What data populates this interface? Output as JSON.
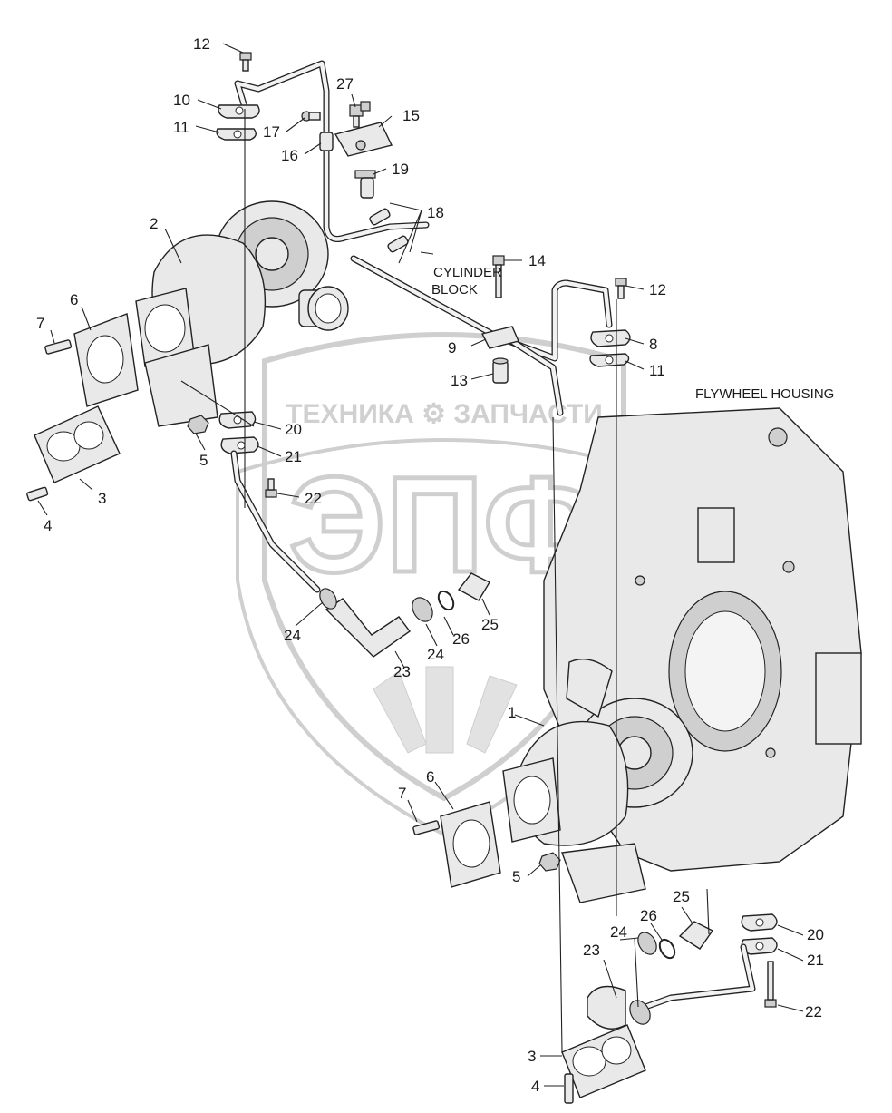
{
  "watermark": {
    "text": "ТЕХНИКА ⚙ ЗАПЧАСТИ",
    "logo": "ЭПФ"
  },
  "area_labels": {
    "cylinder_block": [
      "CYLINDER",
      "BLOCK"
    ],
    "flywheel_housing": "FLYWHEEL HOUSING"
  },
  "callouts": {
    "c1": "1",
    "c2": "2",
    "c3a": "3",
    "c3b": "3",
    "c4a": "4",
    "c4b": "4",
    "c5a": "5",
    "c5b": "5",
    "c6a": "6",
    "c6b": "6",
    "c7a": "7",
    "c7b": "7",
    "c8": "8",
    "c9": "9",
    "c10": "10",
    "c11a": "11",
    "c11b": "11",
    "c12a": "12",
    "c12b": "12",
    "c13": "13",
    "c14": "14",
    "c15": "15",
    "c16": "16",
    "c17": "17",
    "c18": "18",
    "c19": "19",
    "c20a": "20",
    "c20b": "20",
    "c21a": "21",
    "c21b": "21",
    "c22a": "22",
    "c22b": "22",
    "c23a": "23",
    "c23b": "23",
    "c24a": "24",
    "c24b": "24",
    "c24c": "24",
    "c25a": "25",
    "c25b": "25",
    "c26a": "26",
    "c26b": "26",
    "c27": "27"
  },
  "colors": {
    "line": "#222222",
    "part_fill": "#e9e9e9",
    "watermark": "#d0d0d0"
  }
}
